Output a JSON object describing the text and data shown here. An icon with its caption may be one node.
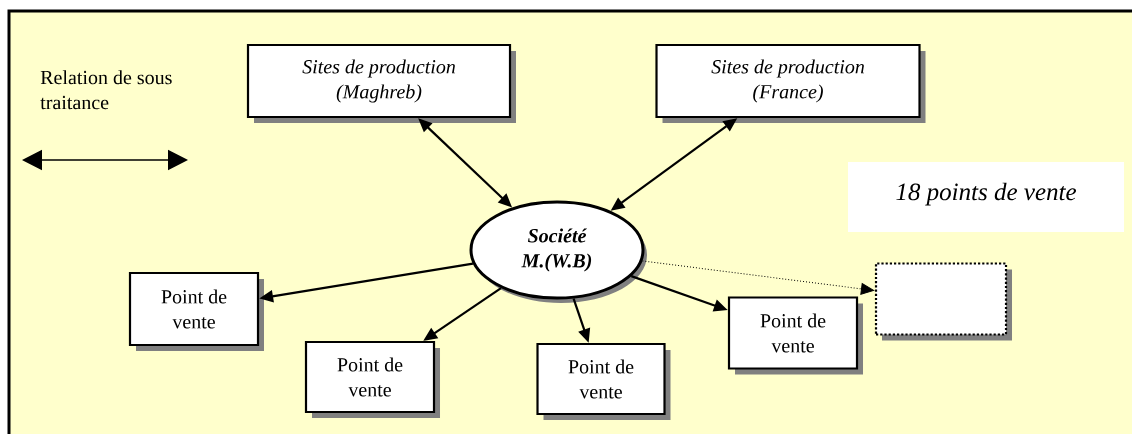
{
  "diagram": {
    "nodes": [
      {
        "text": [
          "Sites de production (Maghreb)"
        ]
      },
      {
        "text": [
          "Sites de production (France)"
        ]
      },
      {
        "text": [
          "18 points de vente"
        ]
      },
      {
        "text": [
          "Société M.(W.B)"
        ]
      },
      {
        "text": [
          "Point de vente"
        ]
      },
      {
        "text": [
          "Point de vente"
        ]
      },
      {
        "text": [
          "Point de vente"
        ]
      },
      {
        "text": [
          "Point de vente"
        ]
      },
      {
        "text": [],
        "shape": "box"
      }
    ],
    "edges": [
      {
        "from": 0,
        "to": 3,
        "arrow": "both"
      },
      {
        "from": 1,
        "to": 3,
        "arrow": "both"
      },
      {
        "from": 3,
        "to": 4,
        "arrow": "to"
      },
      {
        "from": 3,
        "to": 5,
        "arrow": "to"
      },
      {
        "from": 3,
        "to": 6,
        "arrow": "to"
      },
      {
        "from": 3,
        "to": 7,
        "arrow": "to"
      },
      {
        "from": 3,
        "to": 8,
        "arrow": "to",
        "style": "dashed"
      }
    ],
    "legend": [
      {
        "text": "Relation de sous traitance"
      }
    ]
  }
}
